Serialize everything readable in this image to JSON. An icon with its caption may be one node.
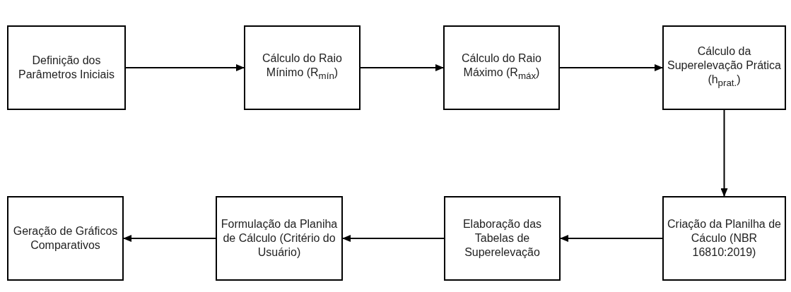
{
  "diagram": {
    "nodes": [
      {
        "text": [
          "Definição dos Parâmetros Iniciais"
        ]
      },
      {
        "text": [
          "Cálculo do Raio Mínimo (R$_{mín}$)"
        ]
      },
      {
        "text": [
          "Cálculo do Raio Máximo (R$_{máx}$)"
        ]
      },
      {
        "text": [
          "Cálculo da Superelevação Prática (h$_{prat.}$)"
        ]
      },
      {
        "text": [
          "Criação da Planilha de Cáculo (NBR 16810:2019)"
        ]
      },
      {
        "text": [
          "Elaboração das Tabelas de Superelevação"
        ]
      },
      {
        "text": [
          "Formulação da Planiha de Cálculo (Critério do Usuário)"
        ]
      },
      {
        "text": [
          "Geração de Gráficos Comparativos"
        ]
      }
    ],
    "edges": [
      {
        "from": 0,
        "to": 1,
        "arrow": "to"
      },
      {
        "from": 1,
        "to": 2,
        "arrow": "to"
      },
      {
        "from": 2,
        "to": 3,
        "arrow": "to"
      },
      {
        "from": 3,
        "to": 4,
        "arrow": "to"
      },
      {
        "from": 4,
        "to": 5,
        "arrow": "to"
      },
      {
        "from": 5,
        "to": 6,
        "arrow": "to"
      },
      {
        "from": 6,
        "to": 7,
        "arrow": "to"
      }
    ]
  }
}
